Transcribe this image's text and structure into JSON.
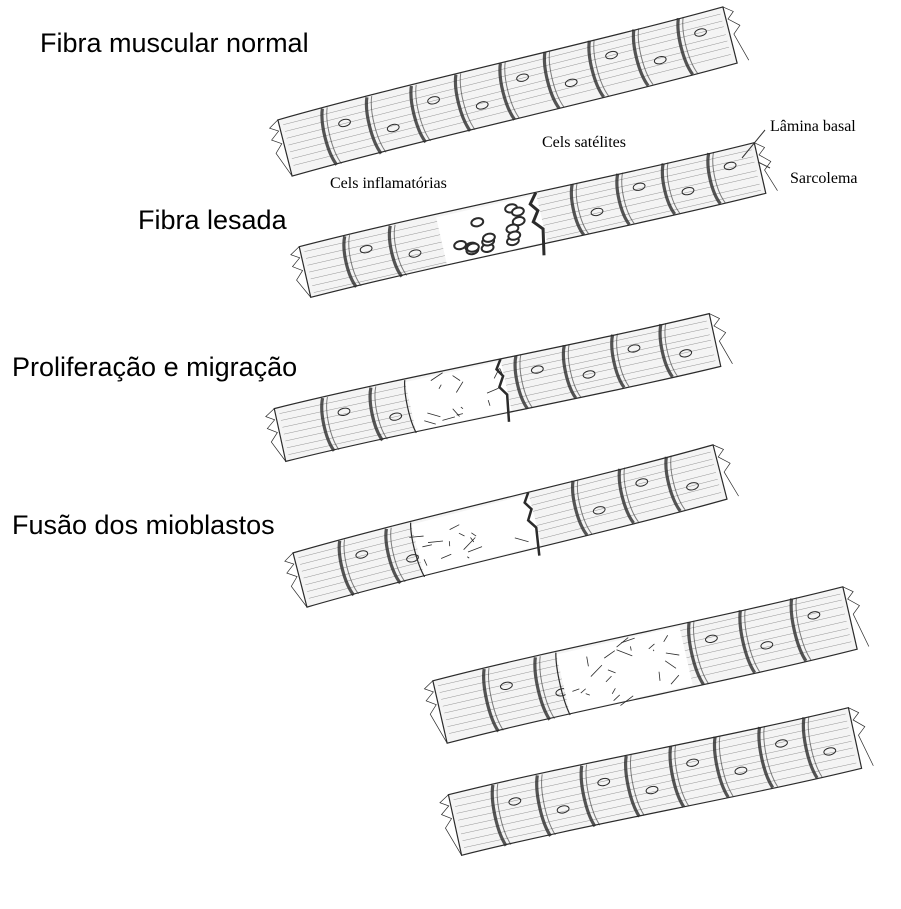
{
  "stages": [
    {
      "id": "normal",
      "title": "Fibra muscular normal"
    },
    {
      "id": "lesada",
      "title": "Fibra lesada"
    },
    {
      "id": "proliferacao",
      "title": "Proliferação e migração"
    },
    {
      "id": "fusao",
      "title": "Fusão dos mioblastos"
    }
  ],
  "annotations": {
    "lamina_basal": "Lâmina basal",
    "cels_satelites": "Cels satélites",
    "sarcolema": "Sarcolema",
    "cels_inflamatorias": "Cels inflamatórias"
  },
  "colors": {
    "ink": "#2b2b2b",
    "paper": "#ffffff",
    "fiber_fill": "#f4f4f4"
  }
}
